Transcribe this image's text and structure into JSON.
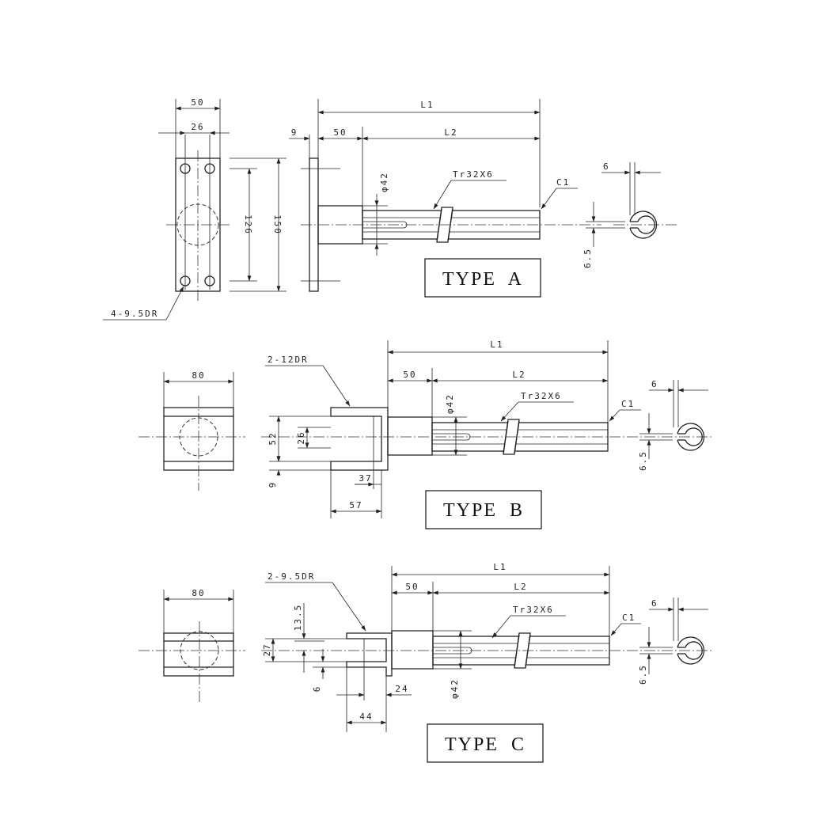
{
  "type_a": {
    "title": "TYPE  A",
    "dim_50_plate": "50",
    "dim_26": "26",
    "dim_126": "126",
    "dim_150": "150",
    "dim_9": "9",
    "dim_50_boss": "50",
    "dim_L1": "L1",
    "dim_L2": "L2",
    "dim_dia": "φ42",
    "thread": "Tr32X6",
    "chamfer": "C1",
    "key_width": "6",
    "key_depth": "6.5",
    "holes": "4-9.5DR"
  },
  "type_b": {
    "title": "TYPE  B",
    "dim_80": "80",
    "holes": "2-12DR",
    "dim_52": "52",
    "dim_26": "26",
    "dim_9": "9",
    "dim_37": "37",
    "dim_57": "57",
    "dim_50": "50",
    "dim_L1": "L1",
    "dim_L2": "L2",
    "dim_dia": "φ42",
    "thread": "Tr32X6",
    "chamfer": "C1",
    "key_width": "6",
    "key_depth": "6.5"
  },
  "type_c": {
    "title": "TYPE  C",
    "dim_80": "80",
    "holes": "2-9.5DR",
    "dim_13_5": "13.5",
    "dim_27": "27",
    "dim_6": "6",
    "dim_24": "24",
    "dim_44": "44",
    "dim_50": "50",
    "dim_L1": "L1",
    "dim_L2": "L2",
    "dim_dia": "φ42",
    "thread": "Tr32X6",
    "chamfer": "C1",
    "key_width": "6",
    "key_depth": "6.5"
  }
}
